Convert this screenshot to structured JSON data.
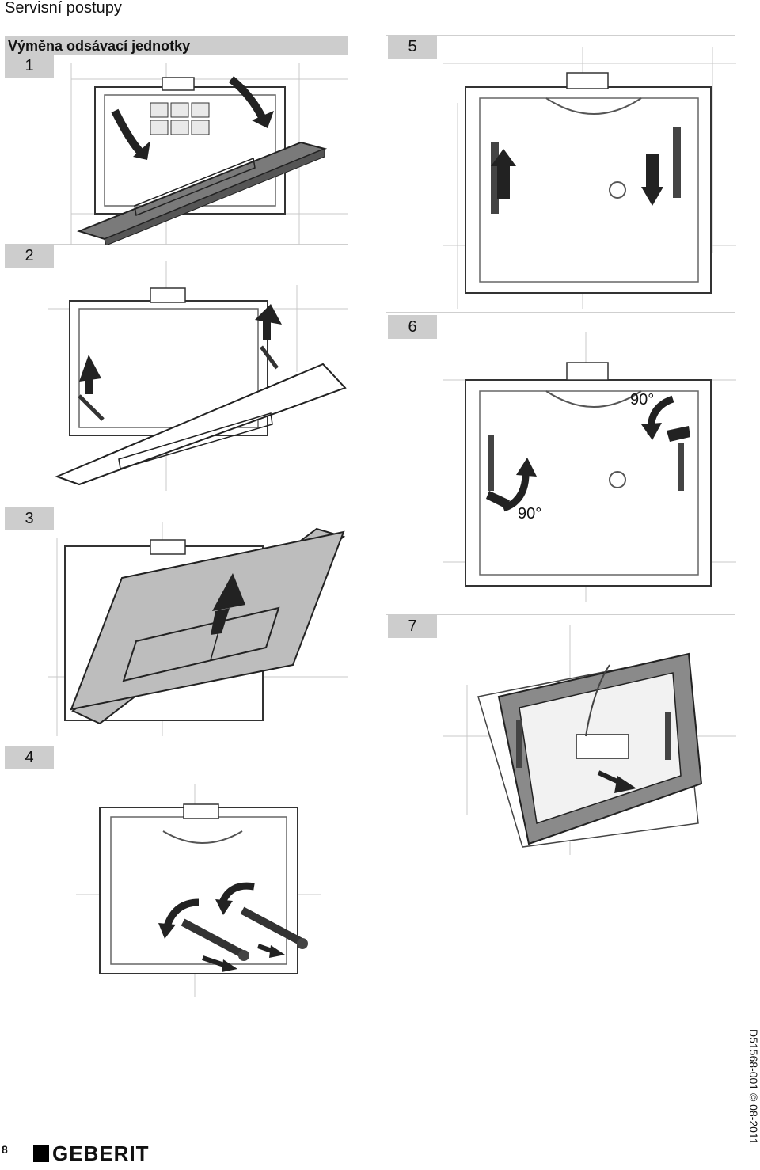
{
  "header": {
    "title": "Servisní postupy"
  },
  "section": {
    "title": "Výměna odsávací jednotky"
  },
  "steps": [
    {
      "label": "1"
    },
    {
      "label": "2"
    },
    {
      "label": "3"
    },
    {
      "label": "4"
    },
    {
      "label": "5"
    },
    {
      "label": "6"
    },
    {
      "label": "7"
    }
  ],
  "step6": {
    "angle_top": "90°",
    "angle_bottom": "90°"
  },
  "footer": {
    "page_number": "8",
    "brand": "GEBERIT",
    "doc_id": "D51568-001 © 08-2011"
  }
}
